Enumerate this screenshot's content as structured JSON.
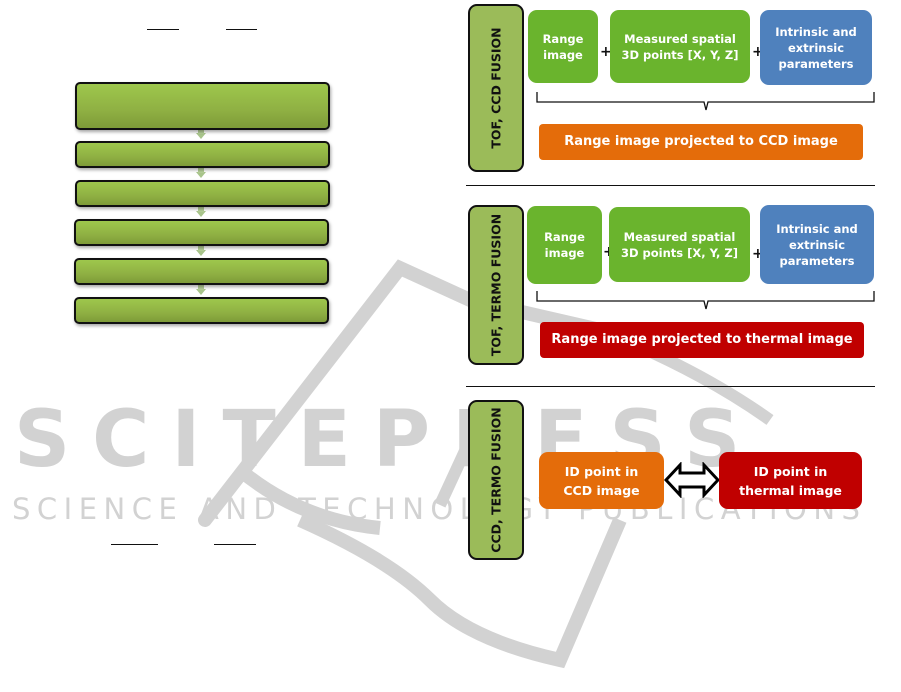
{
  "watermark": {
    "title": "SCITEPRESS",
    "subtitle": "SCIENCE AND TECHNOLOGY PUBLICATIONS",
    "color": "#d2d2d2"
  },
  "left_flowchart": {
    "steps": [
      "",
      "",
      "",
      "",
      "",
      ""
    ],
    "fill_color": "#9bbb59"
  },
  "panels": [
    {
      "label": "TOF, CCD FUSION",
      "inputs": [
        {
          "text": "Range image",
          "lines": [
            "Range",
            "image"
          ],
          "color": "#6ab42d"
        },
        {
          "text": "Measured spatial 3D points [X, Y, Z]",
          "lines": [
            "Measured spatial",
            "3D points [X, Y, Z]"
          ],
          "color": "#6ab42d"
        },
        {
          "text": "Intrinsic and extrinsic parameters",
          "lines": [
            "Intrinsic and",
            "extrinsic",
            "parameters"
          ],
          "color": "#4f81bd"
        }
      ],
      "operators": [
        "+",
        "+"
      ],
      "result": {
        "text": "Range image projected to CCD image",
        "color": "#e46c0a"
      }
    },
    {
      "label": "TOF, TERMO FUSION",
      "inputs": [
        {
          "text": "Range image",
          "lines": [
            "Range",
            "image"
          ],
          "color": "#6ab42d"
        },
        {
          "text": "Measured spatial 3D points [X, Y, Z]",
          "lines": [
            "Measured spatial",
            "3D points [X, Y, Z]"
          ],
          "color": "#6ab42d"
        },
        {
          "text": "Intrinsic and extrinsic parameters",
          "lines": [
            "Intrinsic and",
            "extrinsic",
            "parameters"
          ],
          "color": "#4f81bd"
        }
      ],
      "operators": [
        "+",
        "+"
      ],
      "result": {
        "text": "Range image projected to thermal image",
        "color": "#c00000"
      }
    },
    {
      "label": "CCD, TERMO FUSION",
      "pair": [
        {
          "lines": [
            "ID point in",
            "CCD image"
          ],
          "color": "#e46c0a"
        },
        {
          "lines": [
            "ID point in",
            "thermal image"
          ],
          "color": "#c00000"
        }
      ],
      "connector": "double-arrow"
    }
  ]
}
